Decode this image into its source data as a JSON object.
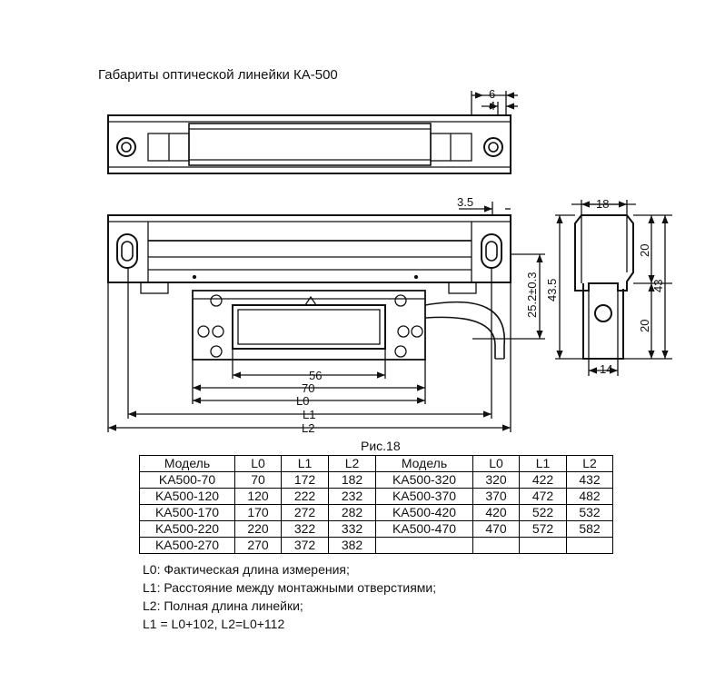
{
  "title": "Габариты оптической линейки КА-500",
  "figure_caption": "Рис.18",
  "dimensions": {
    "d6": "6",
    "d4": "4",
    "d3_5": "3.5",
    "d18": "18",
    "d20_top": "20",
    "d20_bottom": "20",
    "d43": "43",
    "d43_5": "43.5",
    "d25_2": "25.2±0.3",
    "d14": "14",
    "d56": "56",
    "d70": "70",
    "L0": "L0",
    "L1": "L1",
    "L2": "L2"
  },
  "table": {
    "headers": [
      "Модель",
      "L0",
      "L1",
      "L2",
      "Модель",
      "L0",
      "L1",
      "L2"
    ],
    "rows": [
      [
        "KA500-70",
        "70",
        "172",
        "182",
        "KA500-320",
        "320",
        "422",
        "432"
      ],
      [
        "KA500-120",
        "120",
        "222",
        "232",
        "KA500-370",
        "370",
        "472",
        "482"
      ],
      [
        "KA500-170",
        "170",
        "272",
        "282",
        "KA500-420",
        "420",
        "522",
        "532"
      ],
      [
        "KA500-220",
        "220",
        "322",
        "332",
        "KA500-470",
        "470",
        "572",
        "582"
      ],
      [
        "KA500-270",
        "270",
        "372",
        "382",
        "",
        "",
        "",
        ""
      ]
    ]
  },
  "notes": [
    "L0: Фактическая длина измерения;",
    "L1: Расстояние между монтажными отверстиями;",
    "L2: Полная длина линейки;",
    "L1 = L0+102, L2=L0+112"
  ]
}
